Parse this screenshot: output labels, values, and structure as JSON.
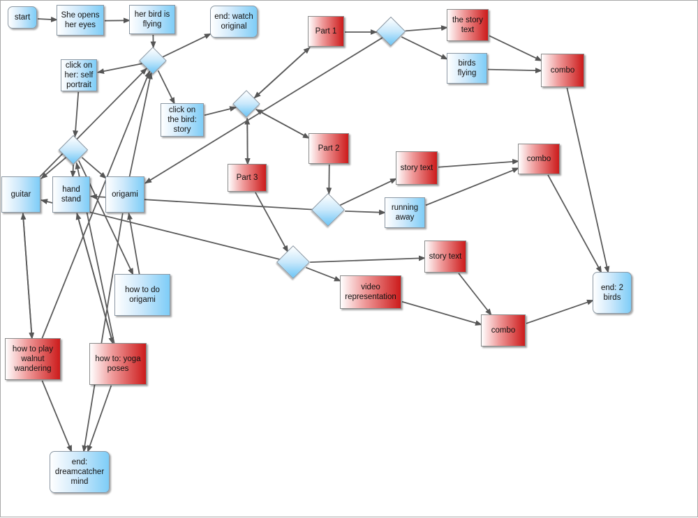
{
  "diagram": {
    "nodes": {
      "start": {
        "label": "start"
      },
      "opens_eyes": {
        "label": "She opens her eyes"
      },
      "bird_flying": {
        "label": "her bird is flying"
      },
      "watch_original": {
        "label": "end: watch original"
      },
      "self_portrait": {
        "label": "click on her: self portrait"
      },
      "click_bird_story": {
        "label": "click on the bird: story"
      },
      "guitar": {
        "label": "guitar"
      },
      "hand_stand": {
        "label": "hand stand"
      },
      "origami": {
        "label": "origami"
      },
      "how_to_origami": {
        "label": "how to do origami"
      },
      "how_to_play": {
        "label": "how to play walnut wandering"
      },
      "yoga_poses": {
        "label": "how to: yoga poses"
      },
      "dreamcatcher": {
        "label": "end: dreamcatcher mind"
      },
      "part1": {
        "label": "Part 1"
      },
      "part2": {
        "label": "Part 2"
      },
      "part3": {
        "label": "Part 3"
      },
      "the_story_text": {
        "label": "the story text"
      },
      "birds_flying": {
        "label": "birds flying"
      },
      "combo1": {
        "label": "combo"
      },
      "story_text2": {
        "label": "story text"
      },
      "running_away": {
        "label": "running away"
      },
      "combo2": {
        "label": "combo"
      },
      "story_text3": {
        "label": "story text"
      },
      "video_rep": {
        "label": "video representation"
      },
      "combo3": {
        "label": "combo"
      },
      "end_2_birds": {
        "label": "end: 2 birds"
      }
    },
    "edges": [
      [
        "start",
        "opens_eyes"
      ],
      [
        "opens_eyes",
        "bird_flying"
      ],
      [
        "bird_flying",
        "d1"
      ],
      [
        "d1",
        "self_portrait"
      ],
      [
        "d1",
        "click_bird_story"
      ],
      [
        "d1",
        "watch_original"
      ],
      [
        "self_portrait",
        "d2"
      ],
      [
        "d2",
        "guitar"
      ],
      [
        "d2",
        "hand_stand"
      ],
      [
        "d2",
        "origami"
      ],
      [
        "d2",
        "how_to_origami"
      ],
      [
        "guitar",
        "d1"
      ],
      [
        "origami",
        "d1"
      ],
      [
        "how_to_play",
        "d1"
      ],
      [
        "guitar",
        "how_to_play"
      ],
      [
        "how_to_play",
        "guitar"
      ],
      [
        "how_to_play",
        "dreamcatcher"
      ],
      [
        "hand_stand",
        "yoga_poses"
      ],
      [
        "yoga_poses",
        "hand_stand"
      ],
      [
        "yoga_poses",
        "d2"
      ],
      [
        "yoga_poses",
        "dreamcatcher"
      ],
      [
        "how_to_origami",
        "origami"
      ],
      [
        "origami",
        "dreamcatcher"
      ],
      [
        "click_bird_story",
        "d3"
      ],
      [
        "d3",
        "part1"
      ],
      [
        "d3",
        "part2"
      ],
      [
        "d3",
        "part3"
      ],
      [
        "part1",
        "d3"
      ],
      [
        "part1",
        "d4"
      ],
      [
        "part2",
        "d3"
      ],
      [
        "part3",
        "d3"
      ],
      [
        "d4",
        "origami"
      ],
      [
        "d4",
        "the_story_text"
      ],
      [
        "d4",
        "birds_flying"
      ],
      [
        "the_story_text",
        "combo1"
      ],
      [
        "birds_flying",
        "combo1"
      ],
      [
        "combo1",
        "end_2_birds"
      ],
      [
        "part2",
        "d5"
      ],
      [
        "d5",
        "story_text2"
      ],
      [
        "d5",
        "running_away"
      ],
      [
        "d5",
        "hand_stand"
      ],
      [
        "story_text2",
        "combo2"
      ],
      [
        "running_away",
        "combo2"
      ],
      [
        "combo2",
        "end_2_birds"
      ],
      [
        "part3",
        "d6"
      ],
      [
        "d6",
        "guitar"
      ],
      [
        "d6",
        "story_text3"
      ],
      [
        "d6",
        "video_rep"
      ],
      [
        "story_text3",
        "combo3"
      ],
      [
        "video_rep",
        "combo3"
      ],
      [
        "combo3",
        "end_2_birds"
      ]
    ]
  }
}
